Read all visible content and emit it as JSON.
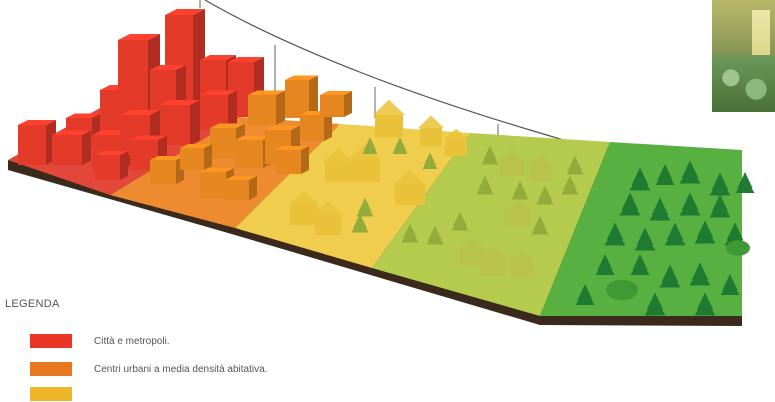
{
  "legend": {
    "title": "LEGENDA",
    "items": [
      {
        "label": "Città e metropoli.",
        "color": "#e83525"
      },
      {
        "label": "Centri urbani a media densità abitativa.",
        "color": "#e8781f"
      },
      {
        "label": "",
        "color": "#f0b62a"
      }
    ]
  },
  "zones": [
    {
      "name": "cities",
      "color": "#e64a2c"
    },
    {
      "name": "urban-centers",
      "color": "#f08c2e"
    },
    {
      "name": "towns",
      "color": "#f2c94a"
    },
    {
      "name": "rural",
      "color": "#b5c94a"
    },
    {
      "name": "forest",
      "color": "#56ad3c"
    }
  ],
  "colors": {
    "building_red": "#e43a2a",
    "building_orange": "#e5861e",
    "building_yellow": "#e9c23a",
    "building_green": "#b9c24b",
    "tree_dark": "#1f7a32",
    "tree_light": "#93ab3a",
    "curve": "#555555"
  }
}
